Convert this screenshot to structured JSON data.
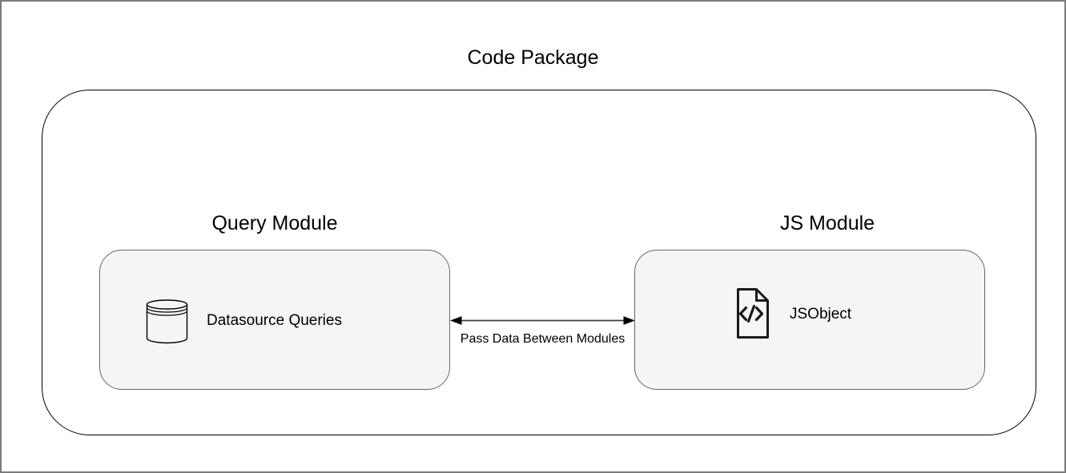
{
  "title": "Code Package",
  "modules": [
    {
      "name": "Query Module",
      "items": [
        {
          "icon": "database-icon",
          "label": "Datasource Queries"
        }
      ]
    },
    {
      "name": "JS Module",
      "items": [
        {
          "icon": "code-file-icon",
          "label": "JSObject",
          "glyph": "</>"
        }
      ]
    }
  ],
  "connection": {
    "type": "bidirectional-arrow",
    "label": "Pass Data Between Modules"
  },
  "colors": {
    "module_box_fill": "#f5f5f5",
    "module_box_stroke": "#666666",
    "outer_container_stroke": "#000000",
    "arrow_color": "#3d3d3d",
    "text_color": "#000000",
    "canvas_border": "#7b7b7b"
  }
}
